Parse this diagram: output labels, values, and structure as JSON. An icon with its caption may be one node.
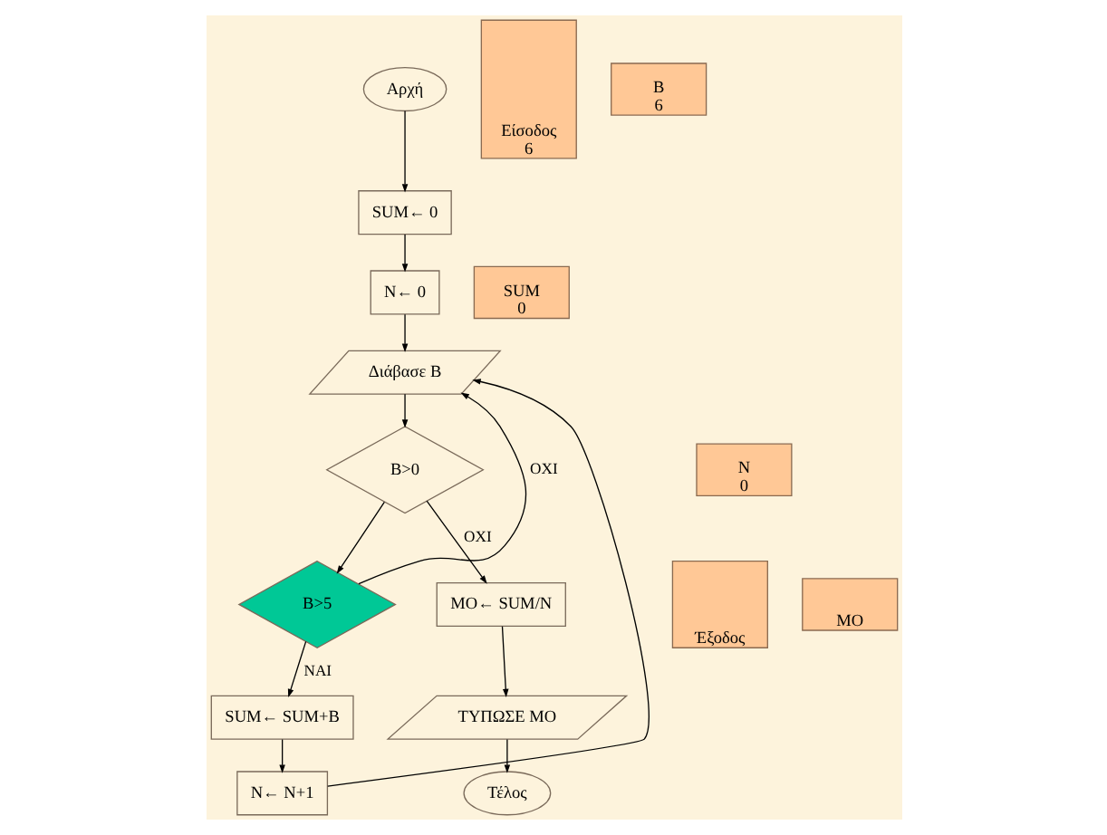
{
  "diagram": {
    "nodes": [
      {
        "text": [
          "Αρχή"
        ]
      },
      {
        "text": [
          "SUM← 0"
        ]
      },
      {
        "text": [
          "N← 0"
        ]
      },
      {
        "text": [
          "Διάβασε Β"
        ]
      },
      {
        "text": [
          "B>0"
        ]
      },
      {
        "text": [
          "B>5"
        ]
      },
      {
        "text": [
          "SUM← SUM+B"
        ]
      },
      {
        "text": [
          "N← N+1"
        ]
      },
      {
        "text": [
          "MO← SUM/N"
        ]
      },
      {
        "text": [
          "ΤΥΠΩΣΕ ΜΟ"
        ]
      },
      {
        "text": [
          "Τέλος"
        ]
      },
      {
        "text": [
          "Είσοδος",
          "6"
        ]
      },
      {
        "text": [
          "Έξοδος"
        ]
      },
      {
        "text": [
          "B",
          "6"
        ]
      },
      {
        "text": [
          "SUM",
          "0"
        ]
      },
      {
        "text": [
          "N",
          "0"
        ]
      },
      {
        "text": [
          "MO"
        ]
      }
    ],
    "edges": [
      {
        "from": 0,
        "to": 1,
        "arrow": "to"
      },
      {
        "from": 1,
        "to": 2,
        "arrow": "to"
      },
      {
        "from": 2,
        "to": 3,
        "arrow": "to"
      },
      {
        "from": 3,
        "to": 4,
        "arrow": "to"
      },
      {
        "from": 4,
        "to": 5,
        "arrow": "to"
      },
      {
        "from": 4,
        "to": 8,
        "label": "ΟΧΙ",
        "arrow": "to"
      },
      {
        "from": 5,
        "to": 6,
        "label": "ΝΑΙ",
        "arrow": "to"
      },
      {
        "from": 6,
        "to": 7,
        "arrow": "to"
      },
      {
        "from": 7,
        "to": 3,
        "arrow": "to"
      },
      {
        "from": 5,
        "to": 3,
        "label": "ΟΧΙ",
        "arrow": "to"
      },
      {
        "from": 8,
        "to": 9,
        "arrow": "to"
      },
      {
        "from": 9,
        "to": 10,
        "arrow": "to"
      }
    ]
  }
}
